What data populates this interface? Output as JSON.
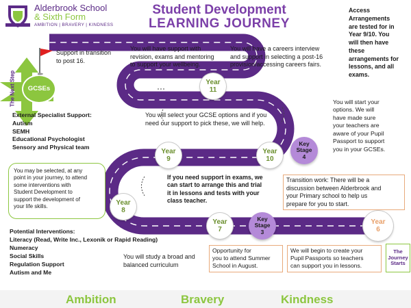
{
  "header": {
    "school_name": "Alderbrook School",
    "school_sub": "& Sixth Form",
    "motto": "AMBITION | BRAVERY | KINDNESS",
    "title_line1": "Student Development",
    "title_line2": "LEARNING JOURNEY"
  },
  "milestones": {
    "gcses": "GCSEs",
    "next_step": "The Next Step",
    "year11": "Year\n11",
    "year10": "Year\n10",
    "ks4": "Key\nStage\n4",
    "year9": "Year\n9",
    "year8": "Year\n8",
    "year7": "Year\n7",
    "ks3": "Key\nStage\n3",
    "year6": "Year\n6",
    "journey_starts": "The\nJourney\nStarts"
  },
  "notes": {
    "transition_post16": "Support in transition\nto post 16.",
    "revision_support": "You will have support with\nrevision, exams and mentoring\nto support your wellbeing.",
    "careers": "You will have a careers interview\nand support in selecting a post-16\nprovision/accessing careers fairs.",
    "access_arrangements": "Access\nArrangements\nare tested for in\nYear 9/10. You\nwill then have\nthese\narrangements for\nlessons, and all\nexams.",
    "external_support": "External Specialist Support:\nAutism\nSEMH\nEducational Psychologist\nSensory and Physical team",
    "gcse_options": "You will select your GCSE options and if you\nneed our support to pick these, we will help.",
    "passport_options": "You will start your\noptions. We will\nhave made sure\nyour teachers are\naware of your Pupil\nPassport to support\nyou in your GCSEs.",
    "selected_interventions": "You may be selected, at any\npoint in your journey, to attend\nsome interventions with\nStudent Development to\nsupport the development of\nyour life skills.",
    "exam_support": "If you need support in exams, we\ncan start to arrange this and trial\nit in lessons and tests with your\nclass teacher.",
    "transition_work": "Transition work: There will be a\ndiscussion between Alderbrook and\nyour Primary school to help us\nprepare for you to start.",
    "potential_interventions": "Potential Interventions:\nLiteracy (Read, Write Inc., Lexonik or Rapid Reading)\nNumeracy\nSocial Skills\nRegulation Support\nAutism and Me",
    "broad_curriculum": "You will study a broad and\nbalanced curriculum",
    "summer_school": "Opportunity for\nyou to attend Summer\nSchool in August.",
    "pupil_passports": "We will begin to create your\nPupil Passports so teachers\ncan support you in lessons."
  },
  "footer": {
    "word1": "Ambition",
    "word2": "Bravery",
    "word3": "Kindness"
  },
  "colors": {
    "road": "#5b2a86",
    "green": "#8cc63f",
    "orange": "#e8a97a",
    "ks_purple": "#b48ad8"
  }
}
